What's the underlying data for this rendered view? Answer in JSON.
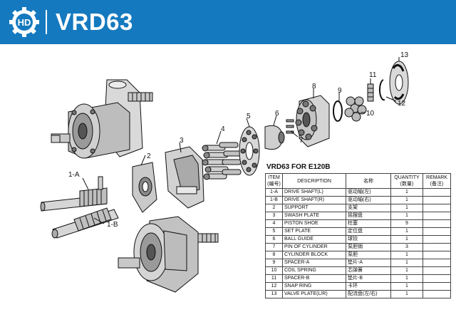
{
  "header": {
    "title": "VRD63",
    "logo_text": "HD",
    "color": "#1579bf"
  },
  "callouts": [
    "1-A",
    "1-B",
    "2",
    "3",
    "4",
    "5",
    "6",
    "7",
    "8",
    "9",
    "10",
    "11",
    "12",
    "13"
  ],
  "parts_table": {
    "title": "VRD63 FOR E120B",
    "headers": {
      "item": [
        "ITEM",
        "(编号)"
      ],
      "description": "DESCRIPTION",
      "name": "名称",
      "quantity": [
        "QUANTITY",
        "(数量)"
      ],
      "remark": [
        "REMARK",
        "(备注)"
      ]
    },
    "rows": [
      {
        "item": "1-A",
        "description": "DRIVE SHAFT(L)",
        "name": "驱动轴(左)",
        "qty": "1",
        "remark": ""
      },
      {
        "item": "1-B",
        "description": "DRIVE SHAFT(R)",
        "name": "驱动轴(右)",
        "qty": "1",
        "remark": ""
      },
      {
        "item": "2",
        "description": "SUPPORT",
        "name": "支架",
        "qty": "1",
        "remark": ""
      },
      {
        "item": "3",
        "description": "SWASH PLATE",
        "name": "摇摆盘",
        "qty": "1",
        "remark": ""
      },
      {
        "item": "4",
        "description": "PISTON SHOE",
        "name": "柱塞",
        "qty": "9",
        "remark": ""
      },
      {
        "item": "5",
        "description": "SET PLATE",
        "name": "定位盘",
        "qty": "1",
        "remark": ""
      },
      {
        "item": "6",
        "description": "BALL GUIDE",
        "name": "球铰",
        "qty": "1",
        "remark": ""
      },
      {
        "item": "7",
        "description": "PIN OF CYLINDER",
        "name": "泵胆销",
        "qty": "3",
        "remark": ""
      },
      {
        "item": "8",
        "description": "CYLINDER BLOCK",
        "name": "泵胆",
        "qty": "1",
        "remark": ""
      },
      {
        "item": "9",
        "description": "SPACER-A",
        "name": "垫片-A",
        "qty": "1",
        "remark": ""
      },
      {
        "item": "10",
        "description": "COIL SPRING",
        "name": "芯弹簧",
        "qty": "1",
        "remark": ""
      },
      {
        "item": "11",
        "description": "SPACER-B",
        "name": "垫片-B",
        "qty": "1",
        "remark": ""
      },
      {
        "item": "12",
        "description": "SNAP RING",
        "name": "卡环",
        "qty": "1",
        "remark": ""
      },
      {
        "item": "13",
        "description": "VALVE PLATE(L/R)",
        "name": "配流盘(左/右)",
        "qty": "1",
        "remark": ""
      }
    ]
  }
}
